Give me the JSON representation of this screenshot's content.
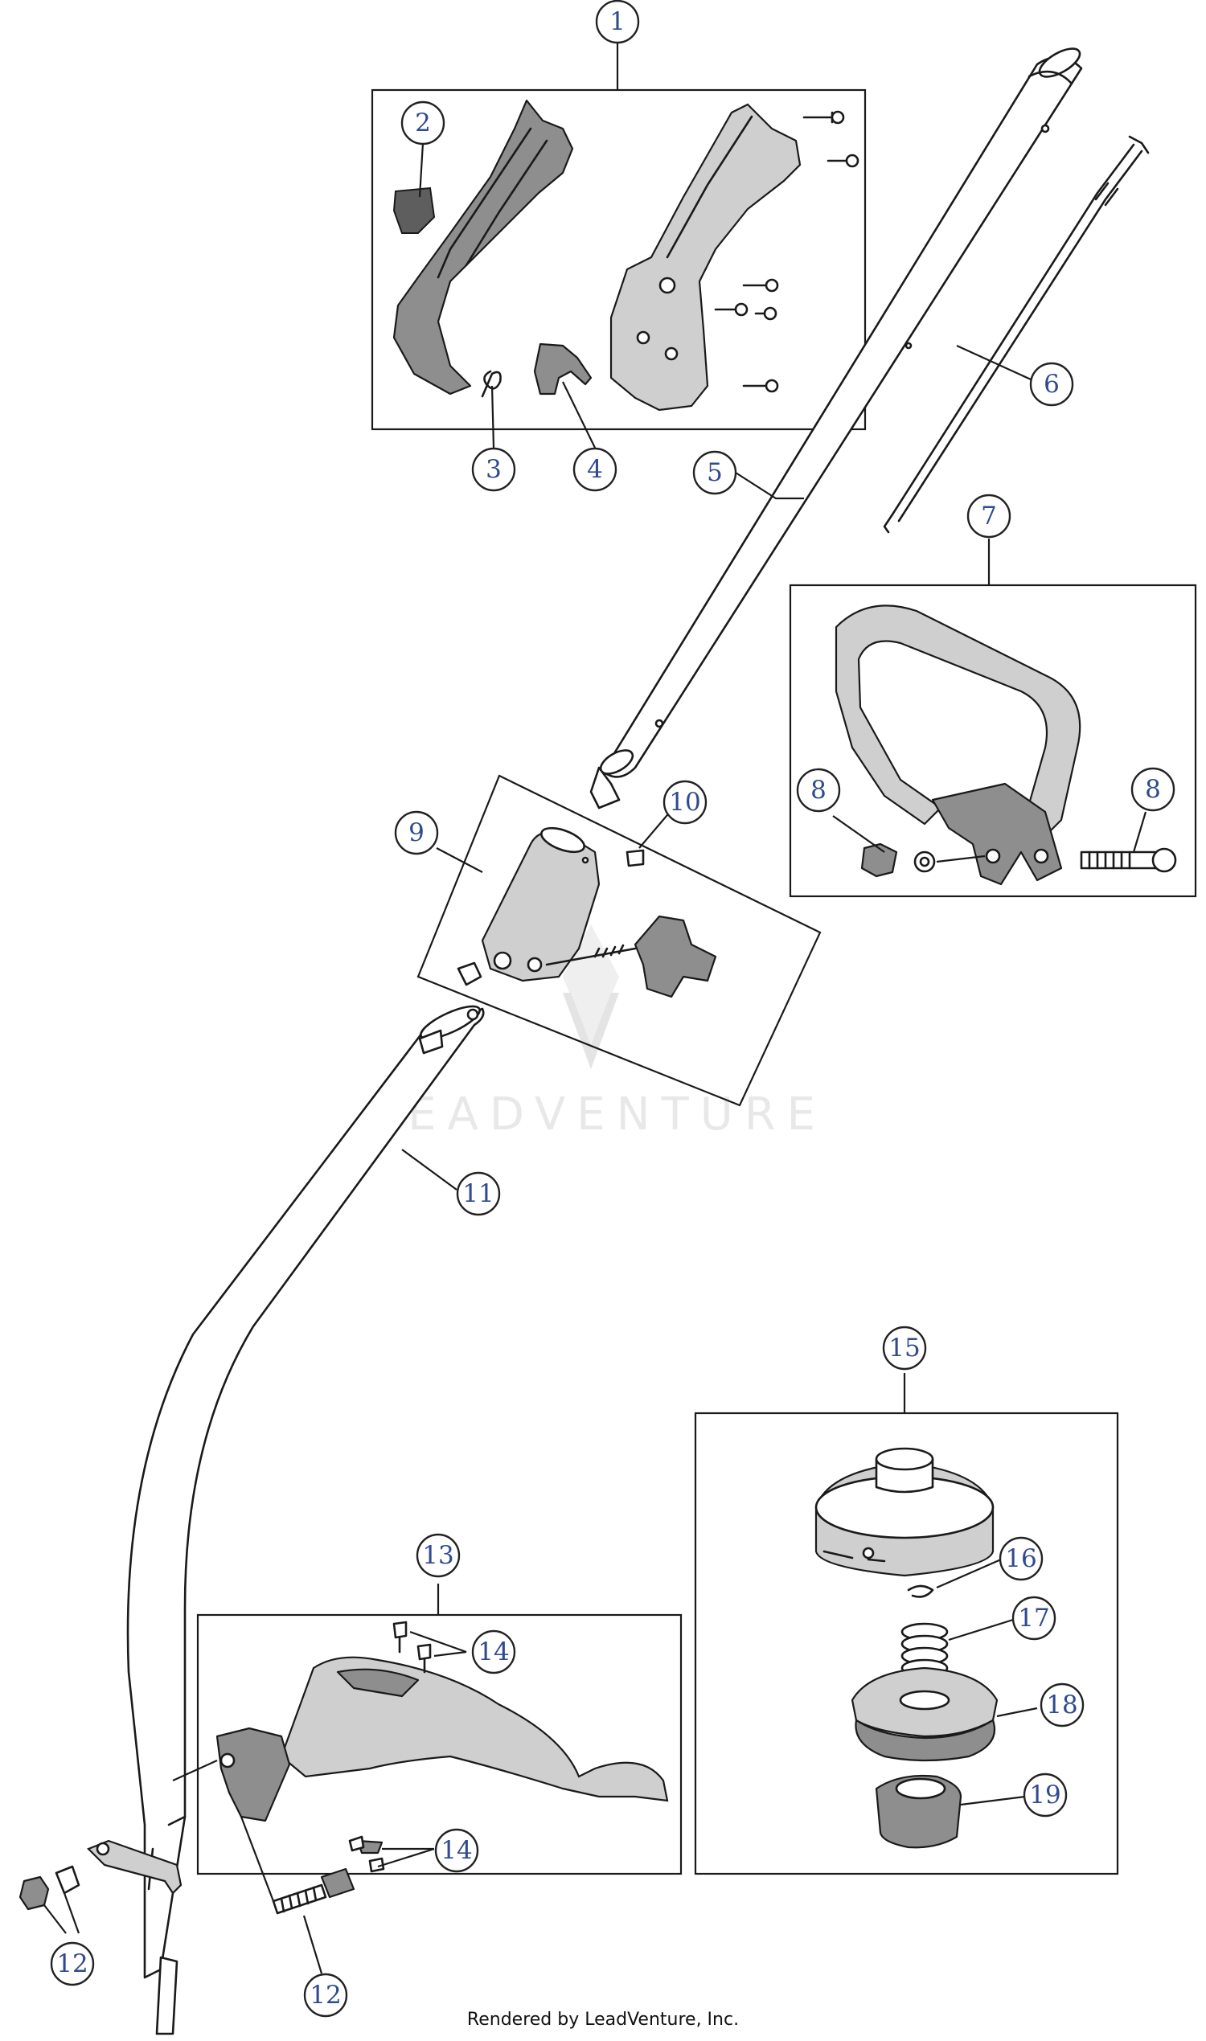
{
  "watermark": {
    "text": "LEADVENTURE"
  },
  "footer": {
    "text": "Rendered by LeadVenture, Inc."
  },
  "callouts": {
    "c1": "1",
    "c2": "2",
    "c3": "3",
    "c4": "4",
    "c5": "5",
    "c6": "6",
    "c7": "7",
    "c8a": "8",
    "c8b": "8",
    "c9": "9",
    "c10": "10",
    "c11": "11",
    "c12a": "12",
    "c12b": "12",
    "c13": "13",
    "c14a": "14",
    "c14b": "14",
    "c15": "15",
    "c16": "16",
    "c17": "17",
    "c18": "18",
    "c19": "19"
  },
  "colors": {
    "callout_text": "#2f4a8f",
    "line": "#1a1a1a"
  }
}
